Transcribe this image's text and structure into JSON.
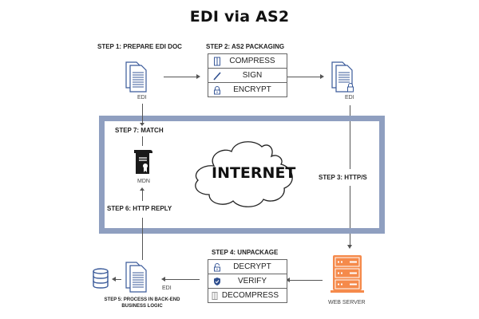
{
  "title": "EDI via AS2",
  "colors": {
    "frame": "#8f9fc0",
    "doc_blue": "#3a5a9a",
    "server_orange": "#f58a4b",
    "shield_blue": "#2f4f8f"
  },
  "steps": {
    "step1": "STEP 1: PREPARE EDI DOC",
    "step2": "STEP 2: AS2 PACKAGING",
    "step3": "STEP 3: HTTP/S",
    "step4": "STEP 4: UNPACKAGE",
    "step5_line1": "STEP 5: PROCESS IN BACK-END",
    "step5_line2": "BUSINESS LOGIC",
    "step6": "STEP 6: HTTP  REPLY",
    "step7": "STEP 7: MATCH"
  },
  "packaging": [
    {
      "icon": "compress-icon",
      "label": "COMPRESS"
    },
    {
      "icon": "pen-icon",
      "label": "SIGN"
    },
    {
      "icon": "lock-icon",
      "label": "ENCRYPT"
    }
  ],
  "unpackage": [
    {
      "icon": "unlock-icon",
      "label": "DECRYPT"
    },
    {
      "icon": "shield-check-icon",
      "label": "VERIFY"
    },
    {
      "icon": "decompress-icon",
      "label": "DECOMPRESS"
    }
  ],
  "labels": {
    "edi_source": "EDI",
    "edi_packaged": "EDI",
    "edi_received": "EDI",
    "mdn": "MDN",
    "internet": "INTERNET",
    "web_server": "WEB SERVER"
  }
}
